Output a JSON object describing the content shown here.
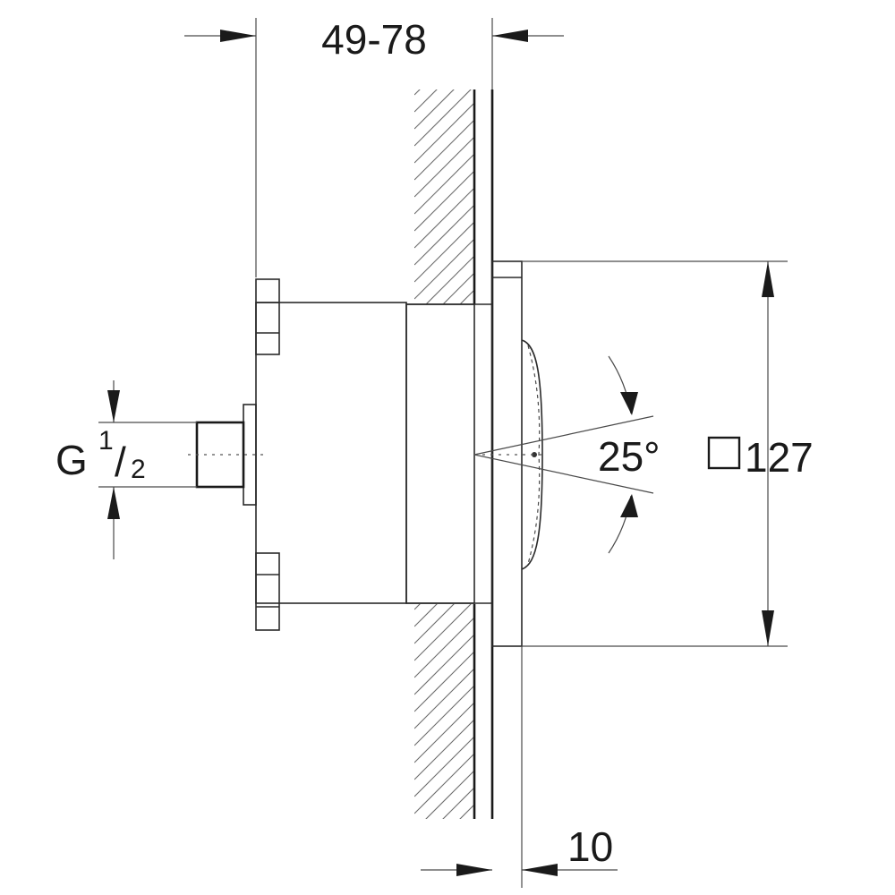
{
  "dimensions": {
    "top_depth": "49-78",
    "bottom_depth": "10",
    "plate_size": "127",
    "spray_angle": "25°",
    "thread_prefix": "G",
    "thread_numerator": "1",
    "thread_denominator": "2"
  },
  "icons": {
    "square_symbol": "square-size-symbol"
  }
}
